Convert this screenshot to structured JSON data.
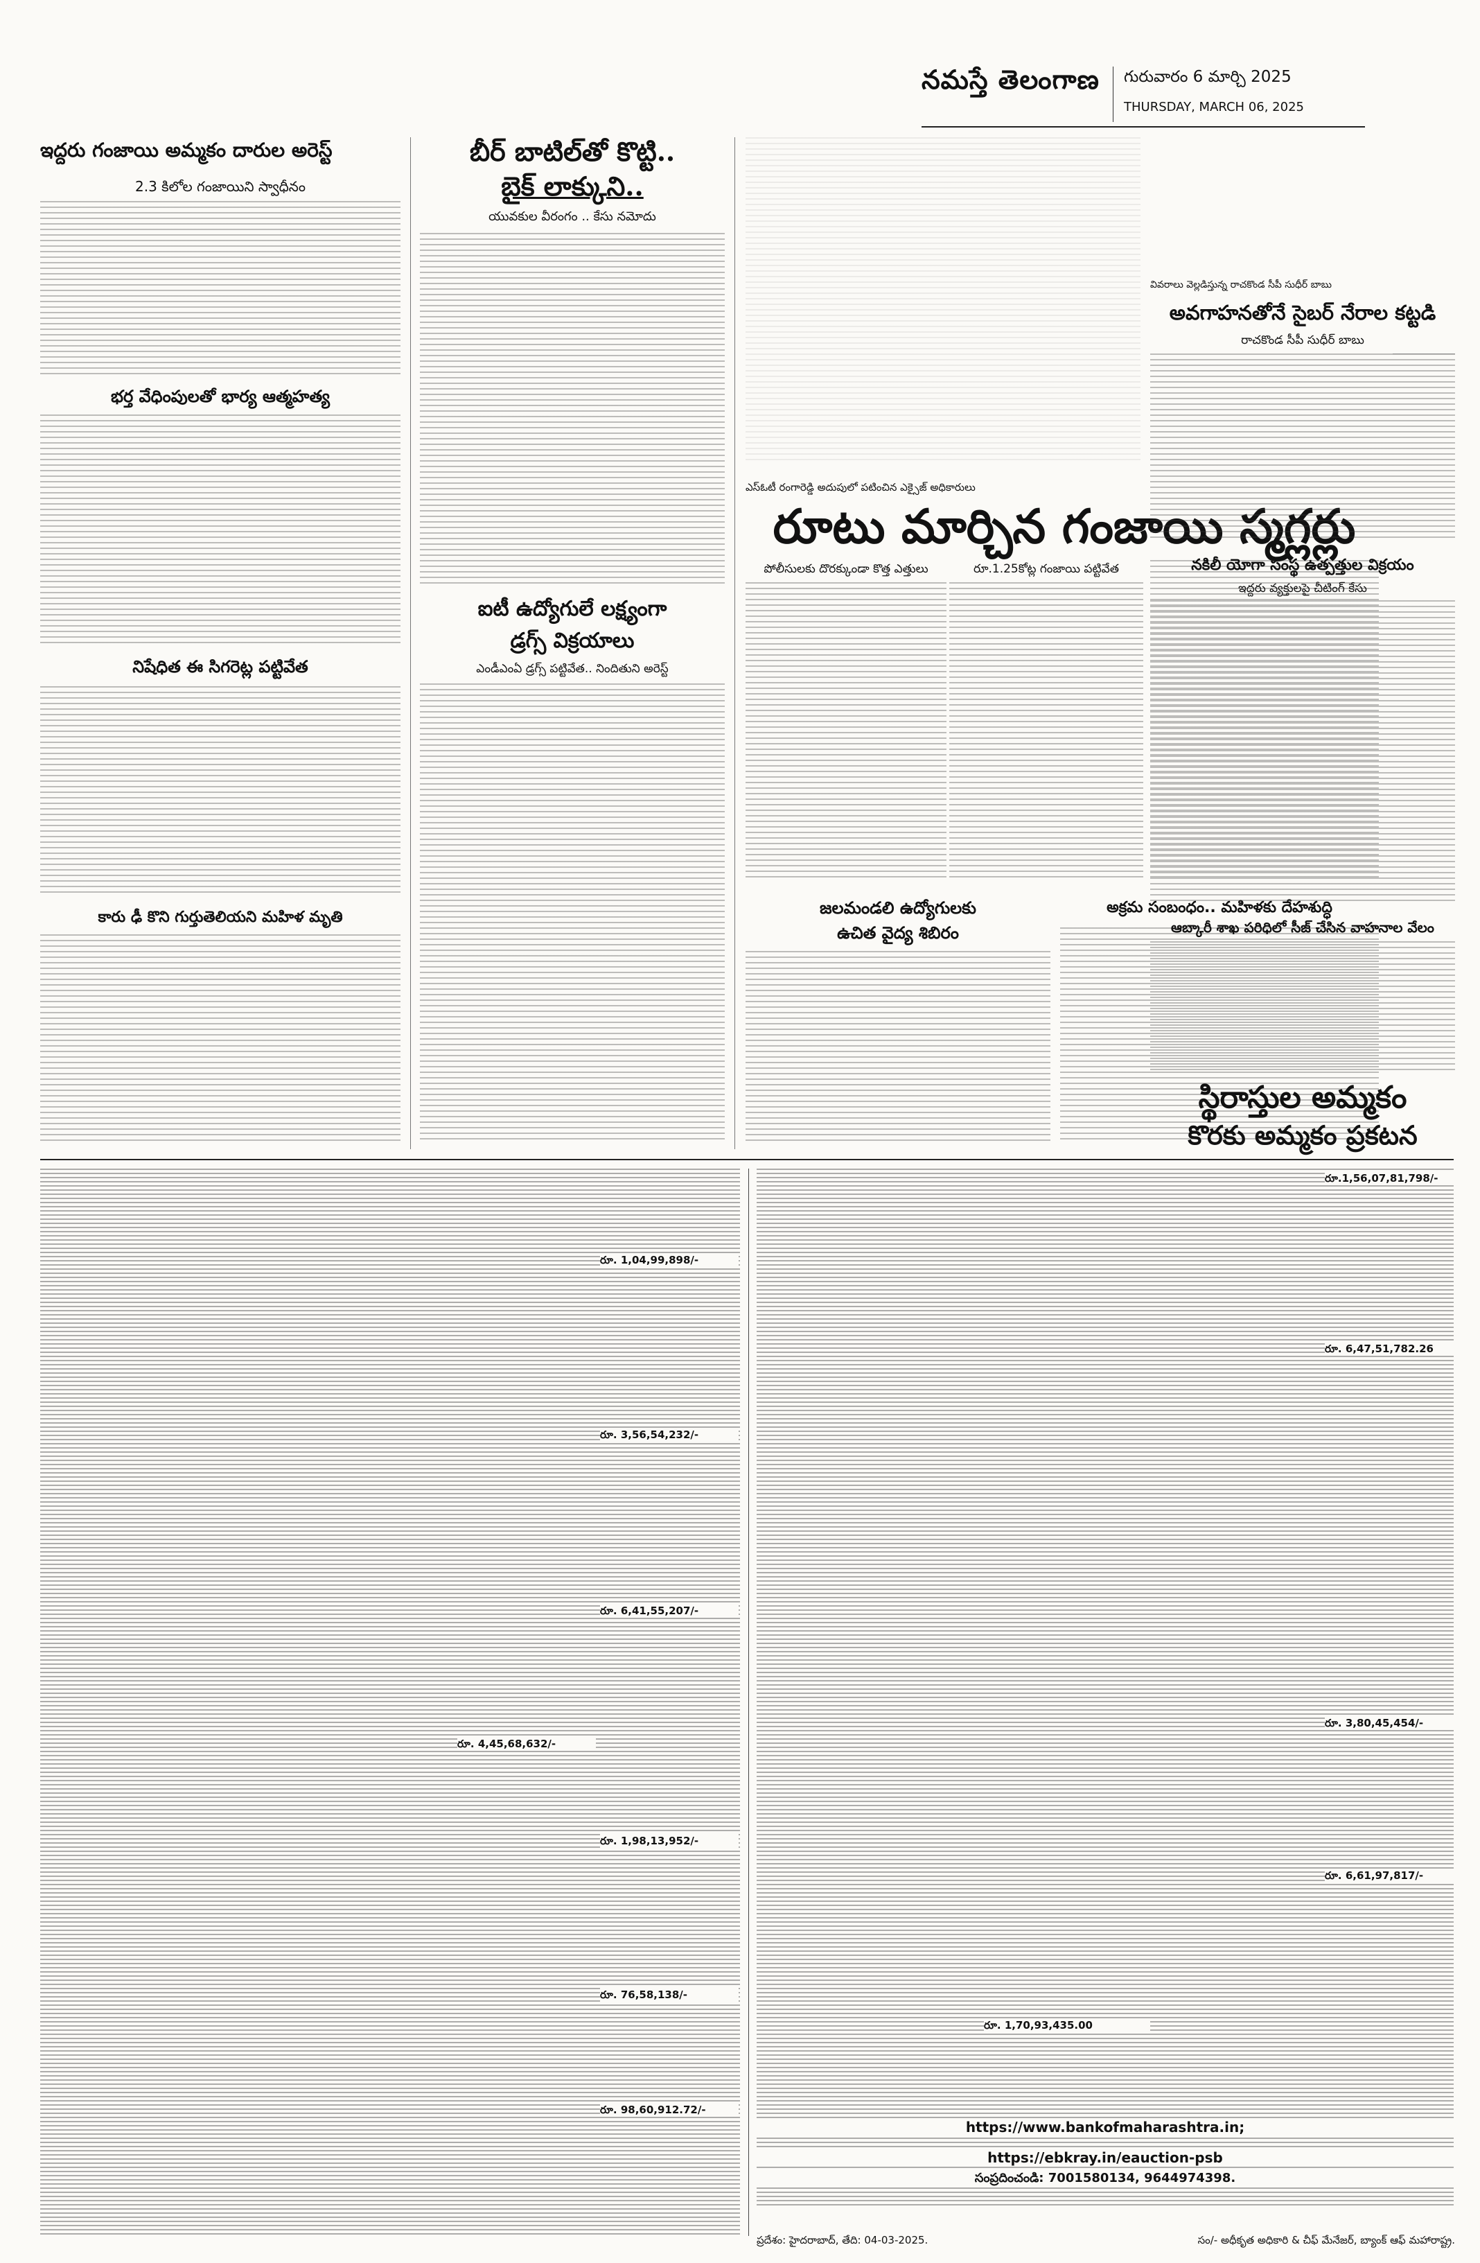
{
  "masthead": {
    "paper_name": "నమస్తే తెలంగాణ",
    "date_telugu": "గురువారం 6 మార్చి 2025",
    "date_english": "THURSDAY, MARCH 06, 2025"
  },
  "articles": {
    "ganja_arrest": {
      "headline": "ఇద్దరు గంజాయి అమ్మకం దారుల అరెస్ట్",
      "subhead": "2.3 కిలోల గంజాయిని స్వాధీనం"
    },
    "wife_suicide": {
      "headline": "భర్త వేధింపులతో భార్య ఆత్మహత్య"
    },
    "cigarettes": {
      "headline": "నిషేధిత ఈ సిగరెట్ల పట్టివేత"
    },
    "car_accident": {
      "headline": "కారు ఢీ కొని గుర్తుతెలియని మహిళ మృతి"
    },
    "beer_bottle": {
      "headline_line1": "బీర్ బాటిల్‌తో కొట్టి..",
      "headline_line2": "బైక్ లాక్కుని..",
      "subhead": "యువకుల వీరంగం .. కేసు నమోదు"
    },
    "drugs_it": {
      "headline_line1": "ఐటీ ఉద్యోగులే లక్ష్యంగా",
      "headline_line2": "డ్రగ్స్ విక్రయాలు",
      "subhead": "ఎండీఎంఏ డ్రగ్స్ పట్టివేత.. నిందితుని అరెస్ట్"
    },
    "main_story": {
      "kicker": "ఎస్‌ఓటీ రంగారెడ్డి అదుపులో పటించిన ఎక్సైజ్ అధికారులు",
      "headline": "రూటు మార్చిన గంజాయి స్మగ్లర్లు",
      "sub_left": "పోలీసులకు దొరక్కుండా కొత్త ఎత్తులు",
      "sub_right": "రూ.1.25కోట్ల గంజాయి పట్టివేత"
    },
    "medical_camp": {
      "headline_line1": "జలమండలి ఉద్యోగులకు",
      "headline_line2": "ఉచిత వైద్య శిబిరం"
    },
    "affair": {
      "headline": "అక్రమ సంబంధం.. మహిళకు దేహశుద్ధి"
    },
    "cyber": {
      "kicker": "వివరాలు వెల్లడిస్తున్న రాచకొండ సీపీ సుధీర్ బాబు",
      "headline": "అవగాహనతోనే సైబర్ నేరాల కట్టడి",
      "subhead": "రాచకొండ సీపీ సుధీర్ బాబు"
    },
    "fake_yoga": {
      "headline": "నకిలీ యోగా సంస్థ ఉత్పత్తుల విక్రయం",
      "subhead": "ఇద్దరు వ్యక్తులపై చీటింగ్ కేసు"
    },
    "excise_auction": {
      "headline": "ఆబ్కారీ శాఖ పరిధిలో సీజ్ చేసిన వాహనాల వేలం"
    }
  },
  "notice": {
    "title_line1": "స్థిరాస్తుల అమ్మకం",
    "title_line2": "కొరకు అమ్మకం ప్రకటన",
    "amounts": [
      "రూ.1,56,07,81,798/-",
      "రూ. 6,47,51,782.26",
      "రూ. 3,80,45,454/-",
      "రూ. 6,61,97,817/-",
      "రూ. 1,04,99,898/-",
      "రూ. 3,56,54,232/-",
      "రూ. 6,41,55,207/-",
      "రూ. 4,45,68,632/-",
      "రూ. 1,98,13,952/-",
      "రూ. 76,58,138/-",
      "రూ. 98,60,912.72/-",
      "రూ. 1,70,93,435.00"
    ],
    "contact_line1": "https://ebkray.in/eauction-psb",
    "website": "https://www.bankofmaharashtra.in;",
    "phone_line": "సంప్రదించండి: 7001580134, 9644974398.",
    "place_date": "ప్రదేశం: హైదరాబాద్, తేది: 04-03-2025.",
    "signature": "సం/- అధీకృత అధికారి & చీఫ్ మేనేజర్, బ్యాంక్ ఆఫ్ మహారాష్ట్ర."
  },
  "figures": {
    "cyber_photo": "cyber-police-briefing-photo"
  }
}
